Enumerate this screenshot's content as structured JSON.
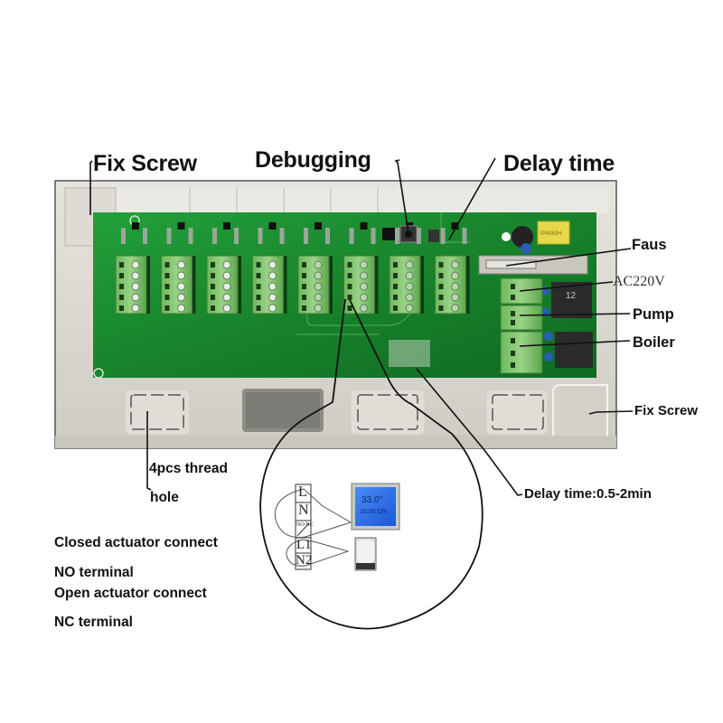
{
  "diagram": {
    "subject": "Heating controller wiring center (PCB in enclosure)",
    "labels": {
      "fix_screw_top": "Fix Screw",
      "debugging": "Debugging",
      "delay_time": "Delay time",
      "faus": "Faus",
      "ac220v": "AC220V",
      "pump": "Pump",
      "boiler": "Boiler",
      "fix_screw_right": "Fix Screw",
      "thread_hole_line1": "4pcs thread",
      "thread_hole_line2": "hole",
      "delay_time_range": "Delay time:0.5-2min",
      "closed_actuator": "Closed actuator connect",
      "no_terminal": "NO terminal",
      "open_actuator": "Open actuator connect",
      "nc_terminal": "NC terminal"
    },
    "terminal_block": {
      "rows": [
        "L",
        "N",
        "NO/NC",
        "L1",
        "N2"
      ]
    },
    "thermostat_display": {
      "temp": "33.0°",
      "sub": "16:00 ON"
    },
    "zone_count": 8,
    "colors": {
      "pcb_green": "#1f8a2e",
      "terminal_green": "#7cc36a",
      "enclosure": "#d9d6cf",
      "lcd_blue": "#2f6fe8",
      "text": "#111111"
    }
  }
}
